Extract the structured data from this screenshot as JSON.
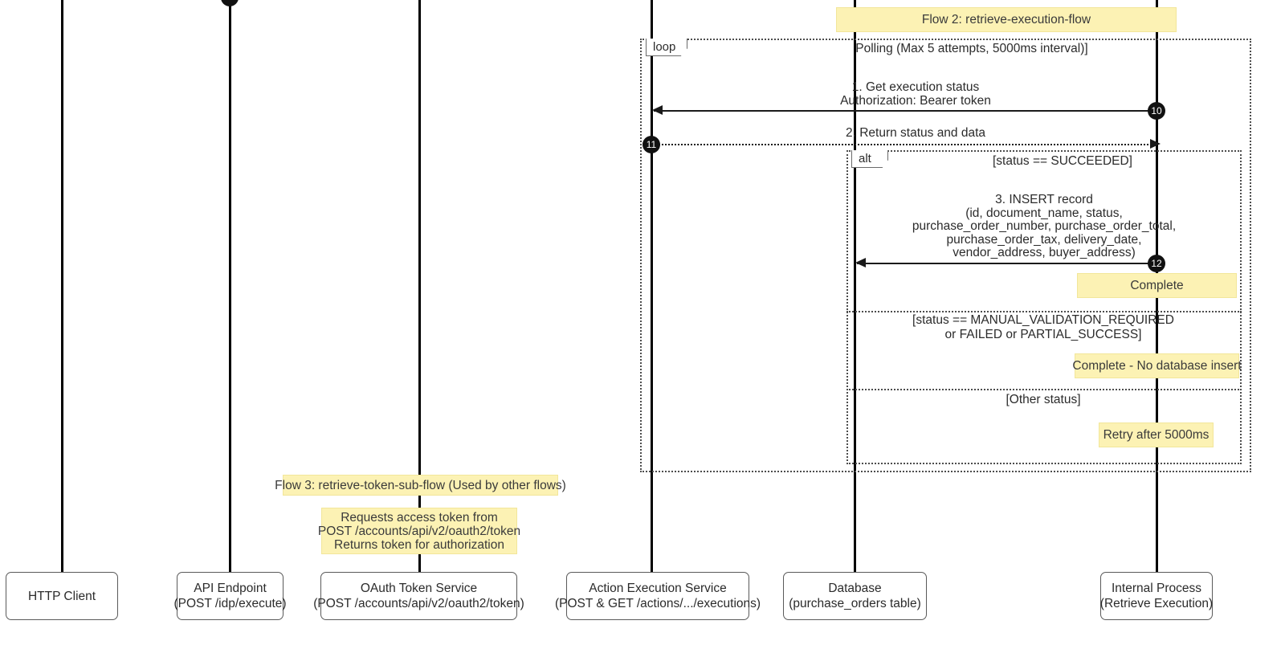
{
  "diagram": {
    "type": "uml-sequence-diagram",
    "colors": {
      "note_fill": "#fcf2b4",
      "note_border": "#f2e69a",
      "line": "#1a1a1a",
      "frame": "#4d4d4d",
      "actor_border": "#5a5a5a",
      "badge_fill": "#111111",
      "text": "#2b2b2b"
    }
  },
  "lifelines": [
    {
      "id": "http-client",
      "line1": "HTTP Client",
      "line2": ""
    },
    {
      "id": "api-endpoint",
      "line1": "API Endpoint",
      "line2": "(POST /idp/execute)"
    },
    {
      "id": "oauth-token",
      "line1": "OAuth Token Service",
      "line2": "(POST /accounts/api/v2/oauth2/token)"
    },
    {
      "id": "action-exec",
      "line1": "Action Execution Service",
      "line2": "(POST & GET /actions/.../executions)"
    },
    {
      "id": "database",
      "line1": "Database",
      "line2": "(purchase_orders table)"
    },
    {
      "id": "internal",
      "line1": "Internal Process",
      "line2": "(Retrieve Execution)"
    }
  ],
  "flow_notes": {
    "flow2": "Flow 2: retrieve-execution-flow",
    "flow3": "Flow 3: retrieve-token-sub-flow (Used by other flows)",
    "flow3_detail": "Requests access token from\nPOST /accounts/api/v2/oauth2/token\nReturns token for authorization"
  },
  "fragments": {
    "loop": {
      "tag": "loop",
      "condition": "Polling (Max 5 attempts, 5000ms interval)]"
    },
    "alt": {
      "tag": "alt",
      "branches": [
        {
          "condition": "[status == SUCCEEDED]"
        },
        {
          "condition": "[status == MANUAL_VALIDATION_REQUIRED\nor FAILED or PARTIAL_SUCCESS]"
        },
        {
          "condition": "[Other status]"
        }
      ]
    }
  },
  "messages": [
    {
      "seq": "10",
      "label": "1. Get execution status\nAuthorization: Bearer token",
      "style": "solid",
      "direction": "left",
      "from": "internal",
      "to": "action-exec"
    },
    {
      "seq": "11",
      "label": "2. Return status and data",
      "style": "dotted",
      "direction": "right",
      "from": "action-exec",
      "to": "internal"
    },
    {
      "seq": "12",
      "label": "3. INSERT record\n(id, document_name, status,\npurchase_order_number, purchase_order_total,\npurchase_order_tax, delivery_date,\nvendor_address, buyer_address)",
      "style": "solid",
      "direction": "left",
      "from": "internal",
      "to": "database"
    }
  ],
  "branch_notes": {
    "succeeded": "Complete",
    "manual_failed_partial": "Complete - No database insert",
    "other": "Retry after 5000ms"
  }
}
